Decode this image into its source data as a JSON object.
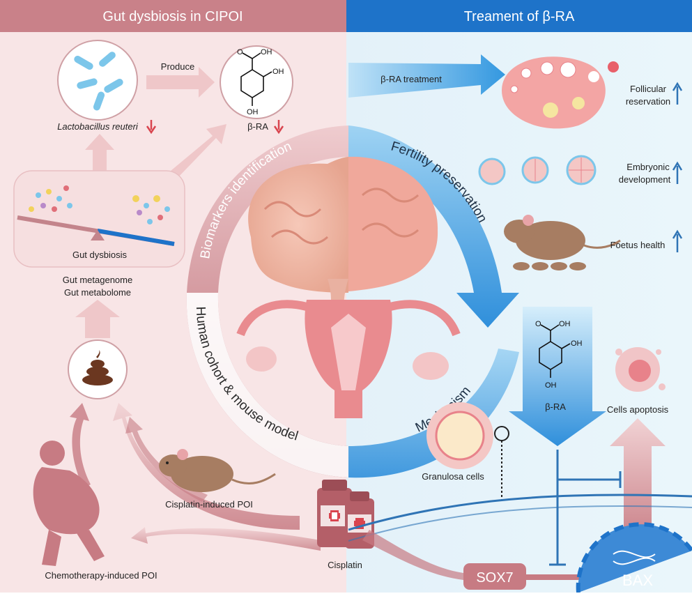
{
  "header": {
    "left_title": "Gut dysbiosis in CIPOI",
    "right_title": "Treament of β-RA"
  },
  "left": {
    "produce_label": "Produce",
    "lactobacillus_label": "Lactobacillus reuteri",
    "bra_label": "β-RA",
    "gut_dysbiosis_label": "Gut dysbiosis",
    "gut_metagenome_label": "Gut metagenome",
    "gut_metabolome_label": "Gut metabolome",
    "cisplatin_poi_label": "Cisplatin-induced POI",
    "chemo_poi_label": "Chemotherapy-induced POI",
    "cisplatin_label": "Cisplatin"
  },
  "right": {
    "treatment_label": "β-RA treatment",
    "follicular_line1": "Follicular",
    "follicular_line2": "reservation",
    "embryonic_line1": "Embryonic",
    "embryonic_line2": "development",
    "foetus_label": "Foetus health",
    "bra_label": "β-RA",
    "apoptosis_label": "Cells apoptosis",
    "granulosa_label": "Granulosa cells",
    "sox7_label": "SOX7",
    "bax_label": "BAX"
  },
  "ring": {
    "biomarkers": "Biomarkers identification",
    "human_cohort": "Human cohort & mouse model",
    "fertility": "Fertility preservation",
    "mechanism": "Mechanism"
  },
  "chemistry": {
    "oh": "OH",
    "o": "O"
  },
  "colors": {
    "left_header": "#c98189",
    "right_header": "#1e73c9",
    "left_bg": "#f8e5e6",
    "right_bg": "#e6f3fa",
    "pink_arrow": "#efc7c9",
    "blue_arrow": "#4aa6e6",
    "down_arrow": "#d9454f",
    "up_arrow": "#2f74b5",
    "sox7": "#c77b83",
    "bax": "#3d8ad6"
  }
}
